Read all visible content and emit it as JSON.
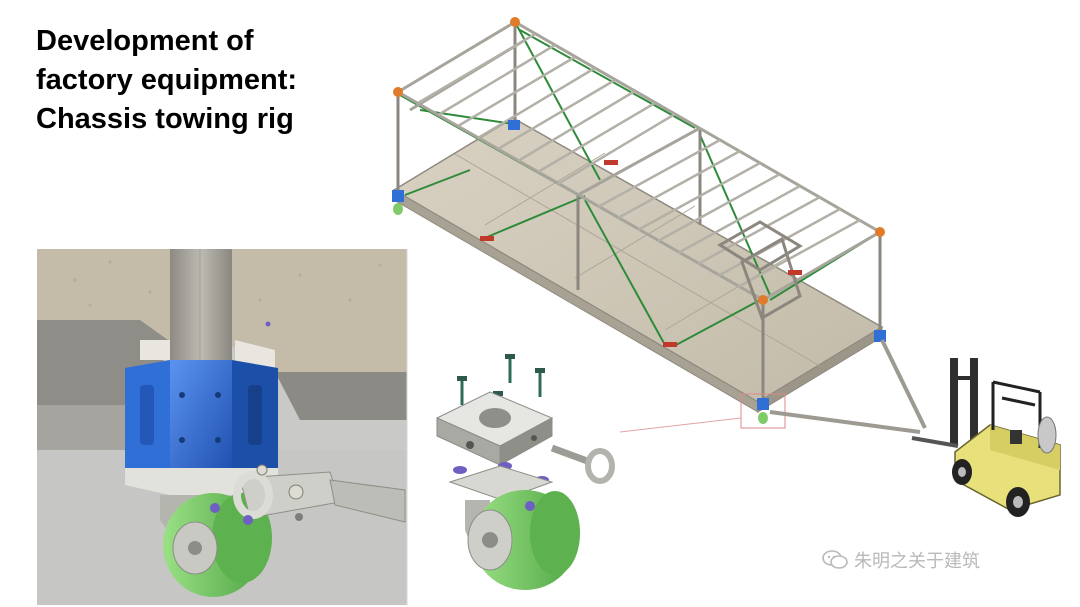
{
  "slide": {
    "title_lines": [
      "Development of",
      "factory equipment:",
      "Chassis towing rig"
    ],
    "watermark_text": "朱明之关于建筑",
    "watermark_icon": "wechat-icon"
  },
  "colors": {
    "frame": "#b9b9b3",
    "floor": "#cfc8b8",
    "brace": "#2e8b3a",
    "wheel": "#7ecb68",
    "corner_block": "#2f6fd6",
    "red_accent": "#c0392b",
    "forklift_body": "#e8e07a"
  }
}
